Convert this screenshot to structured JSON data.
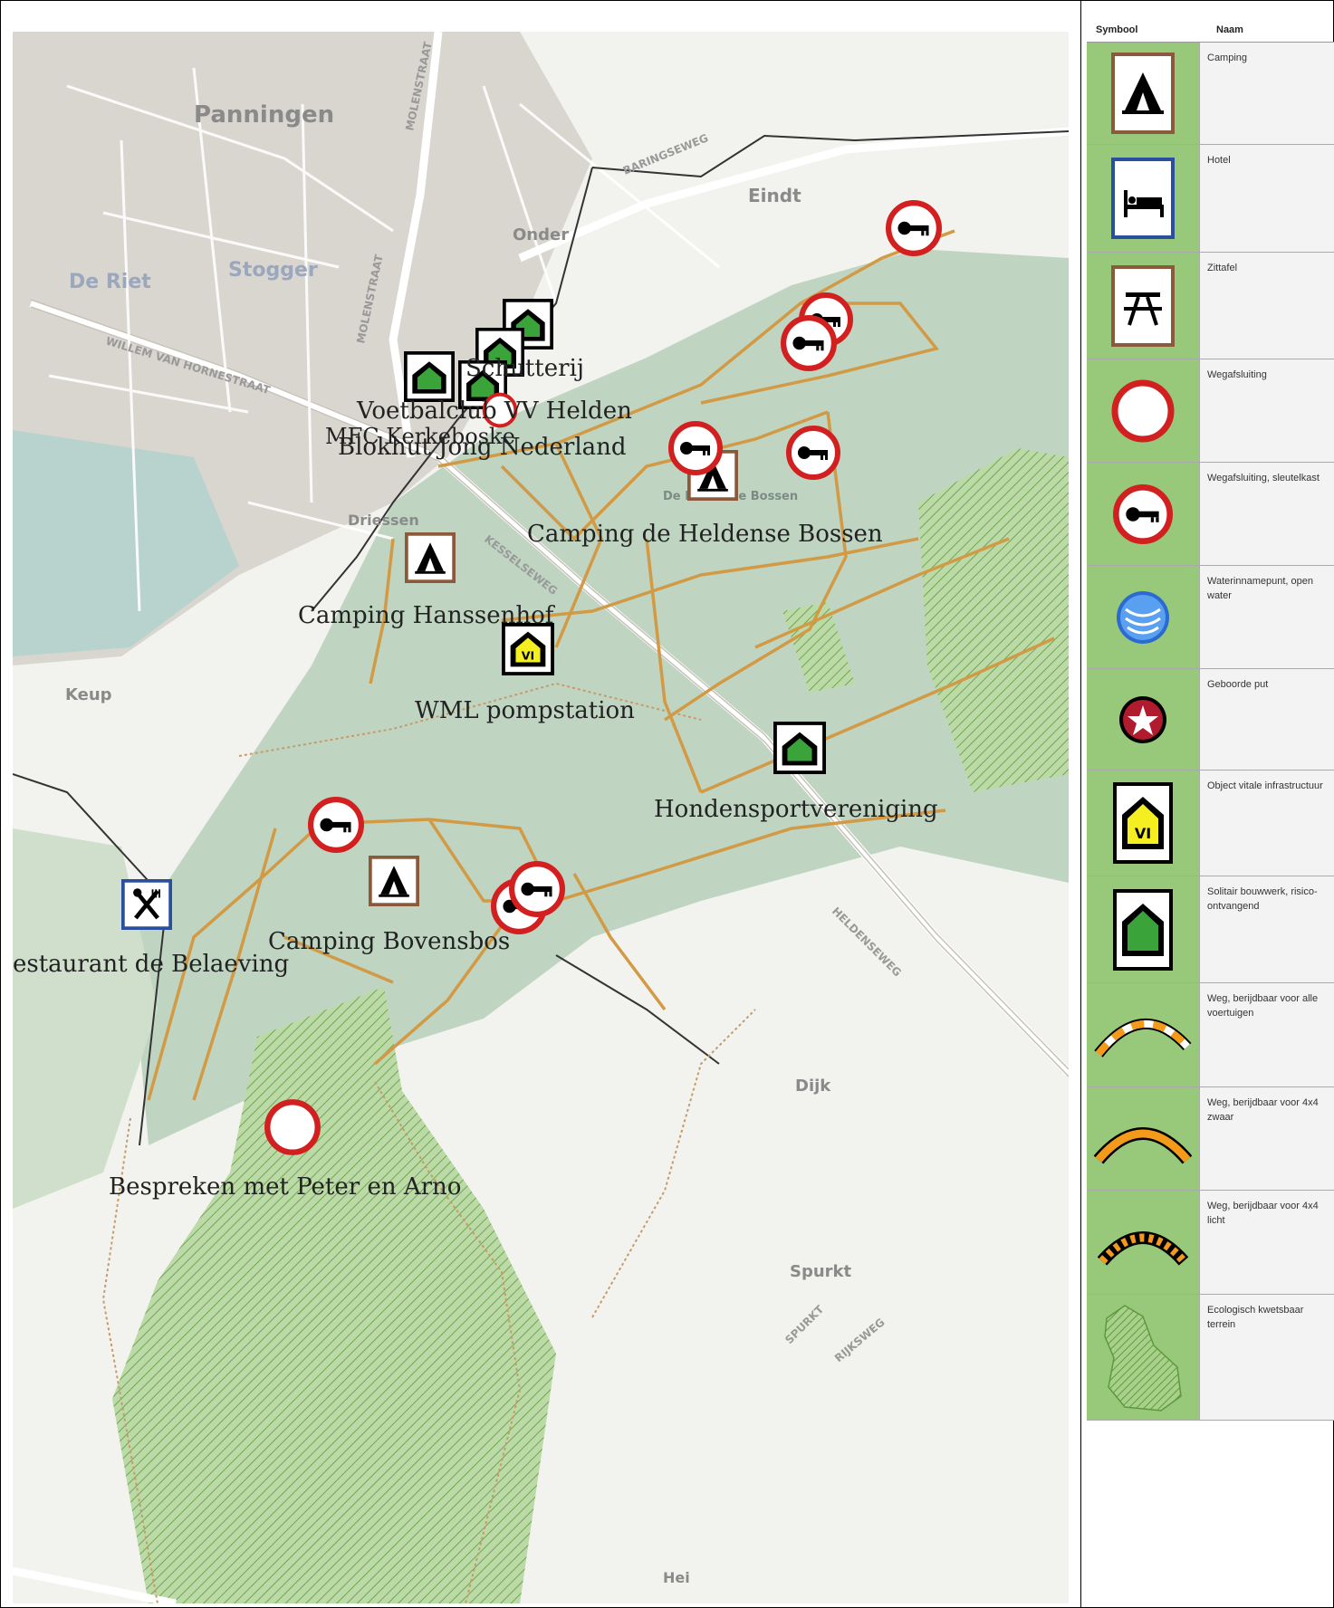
{
  "map": {
    "place_names": [
      "Panningen",
      "Eindt",
      "Onder",
      "Stogger",
      "De Riet",
      "Driessen",
      "Keup",
      "Dijk",
      "Spurkt",
      "Hei"
    ],
    "street_names": [
      "MOLENSTRAAT",
      "MOLENSTRAAT",
      "WILLEM VAN HORNESTRAAT",
      "KESSELSEWEG",
      "HELDENSEWEG",
      "SPURKT",
      "RIJKSWEG",
      "BARINGSEWEG"
    ],
    "park_name": "De Heldense Bossen",
    "features": [
      {
        "label": "Schutterij",
        "icon": "solitary-building"
      },
      {
        "label": "Voetbalclub VV Helden",
        "icon": "solitary-building"
      },
      {
        "label": "MFC Kerkeboske",
        "icon": "solitary-building"
      },
      {
        "label": "Blokhut Jong Nederland",
        "icon": "solitary-building"
      },
      {
        "label": "Camping de Heldense Bossen",
        "icon": "camping"
      },
      {
        "label": "Camping Hanssenhof",
        "icon": "camping"
      },
      {
        "label": "WML pompstation",
        "icon": "vital-infrastructure"
      },
      {
        "label": "Hondensportvereniging",
        "icon": "solitary-building"
      },
      {
        "label": "Camping Bovensbos",
        "icon": "camping"
      },
      {
        "label": "estaurant de Belaeving",
        "icon": "restaurant"
      },
      {
        "label": "Bespreken met Peter en Arno",
        "icon": "road-closure"
      }
    ]
  },
  "legend": {
    "header": {
      "symbol": "Symbool",
      "name": "Naam"
    },
    "rows": [
      {
        "icon": "camping-icon",
        "name": "Camping"
      },
      {
        "icon": "hotel-icon",
        "name": "Hotel"
      },
      {
        "icon": "picnic-table-icon",
        "name": "Zittafel"
      },
      {
        "icon": "road-closure-icon",
        "name": "Wegafsluiting"
      },
      {
        "icon": "road-closure-key-icon",
        "name": "Wegafsluiting, sleutelkast"
      },
      {
        "icon": "water-intake-icon",
        "name": "Waterinnamepunt, open water"
      },
      {
        "icon": "drilled-well-icon",
        "name": "Geboorde put"
      },
      {
        "icon": "vital-infrastructure-icon",
        "name": "Object vitale infrastructuur"
      },
      {
        "icon": "solitary-building-icon",
        "name": "Solitair bouwwerk, risico-ontvangend"
      },
      {
        "icon": "road-all-vehicles-icon",
        "name": "Weg, berijdbaar voor alle voertuigen"
      },
      {
        "icon": "road-4x4-heavy-icon",
        "name": "Weg, berijdbaar voor 4x4 zwaar"
      },
      {
        "icon": "road-4x4-light-icon",
        "name": "Weg, berijdbaar voor 4x4 licht"
      },
      {
        "icon": "ecological-area-icon",
        "name": "Ecologisch kwetsbaar terrein"
      }
    ]
  },
  "colors": {
    "forest": "#bfd5c2",
    "urban": "#d9d6d0",
    "field": "#f2f3ef",
    "track": "#d29a45",
    "closure_red": "#d21f1f",
    "building_green": "#3aa33a",
    "legend_bg": "#98c97a"
  }
}
